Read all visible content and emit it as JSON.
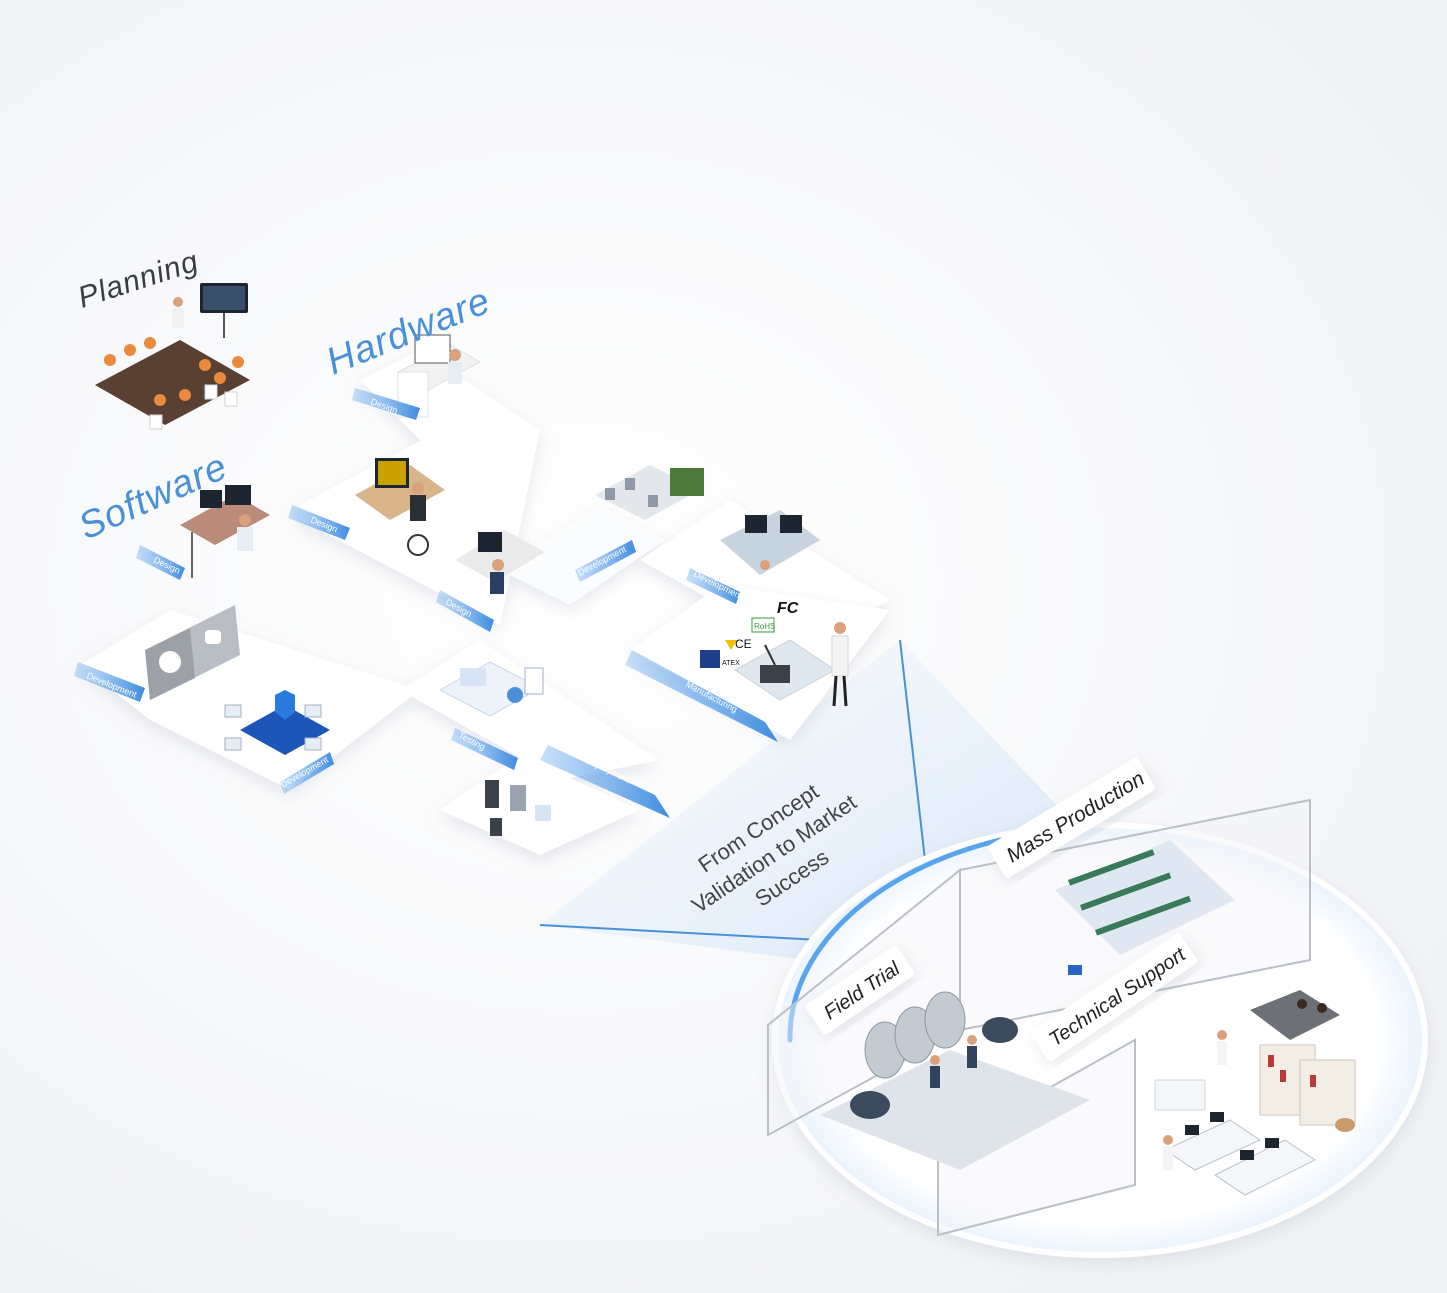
{
  "phases": {
    "planning": "Planning",
    "hardware": "Hardware",
    "software": "Software"
  },
  "stages": {
    "hw_design": "Design",
    "hw_design_2": "Design",
    "hw_design_3": "Design",
    "sw_design": "Design",
    "hw_development": "Development",
    "hw_development_2": "Development",
    "sw_development": "Development",
    "sw_development_2": "Development",
    "testing": "Testing",
    "deployment": "Deployment",
    "manufacturing": "Manufacturing"
  },
  "tagline": [
    "From Concept",
    "Validation to Market",
    "Success"
  ],
  "outcomes": {
    "mass_production": "Mass Production",
    "field_trial": "Field Trial",
    "technical_support": "Technical Support"
  },
  "certifications": [
    "ATEX",
    "CE",
    "RoHS",
    "FC"
  ],
  "colors": {
    "accent": "#4a90d9",
    "ribbon": "#5b9fe6",
    "platform": "#ffffff"
  }
}
